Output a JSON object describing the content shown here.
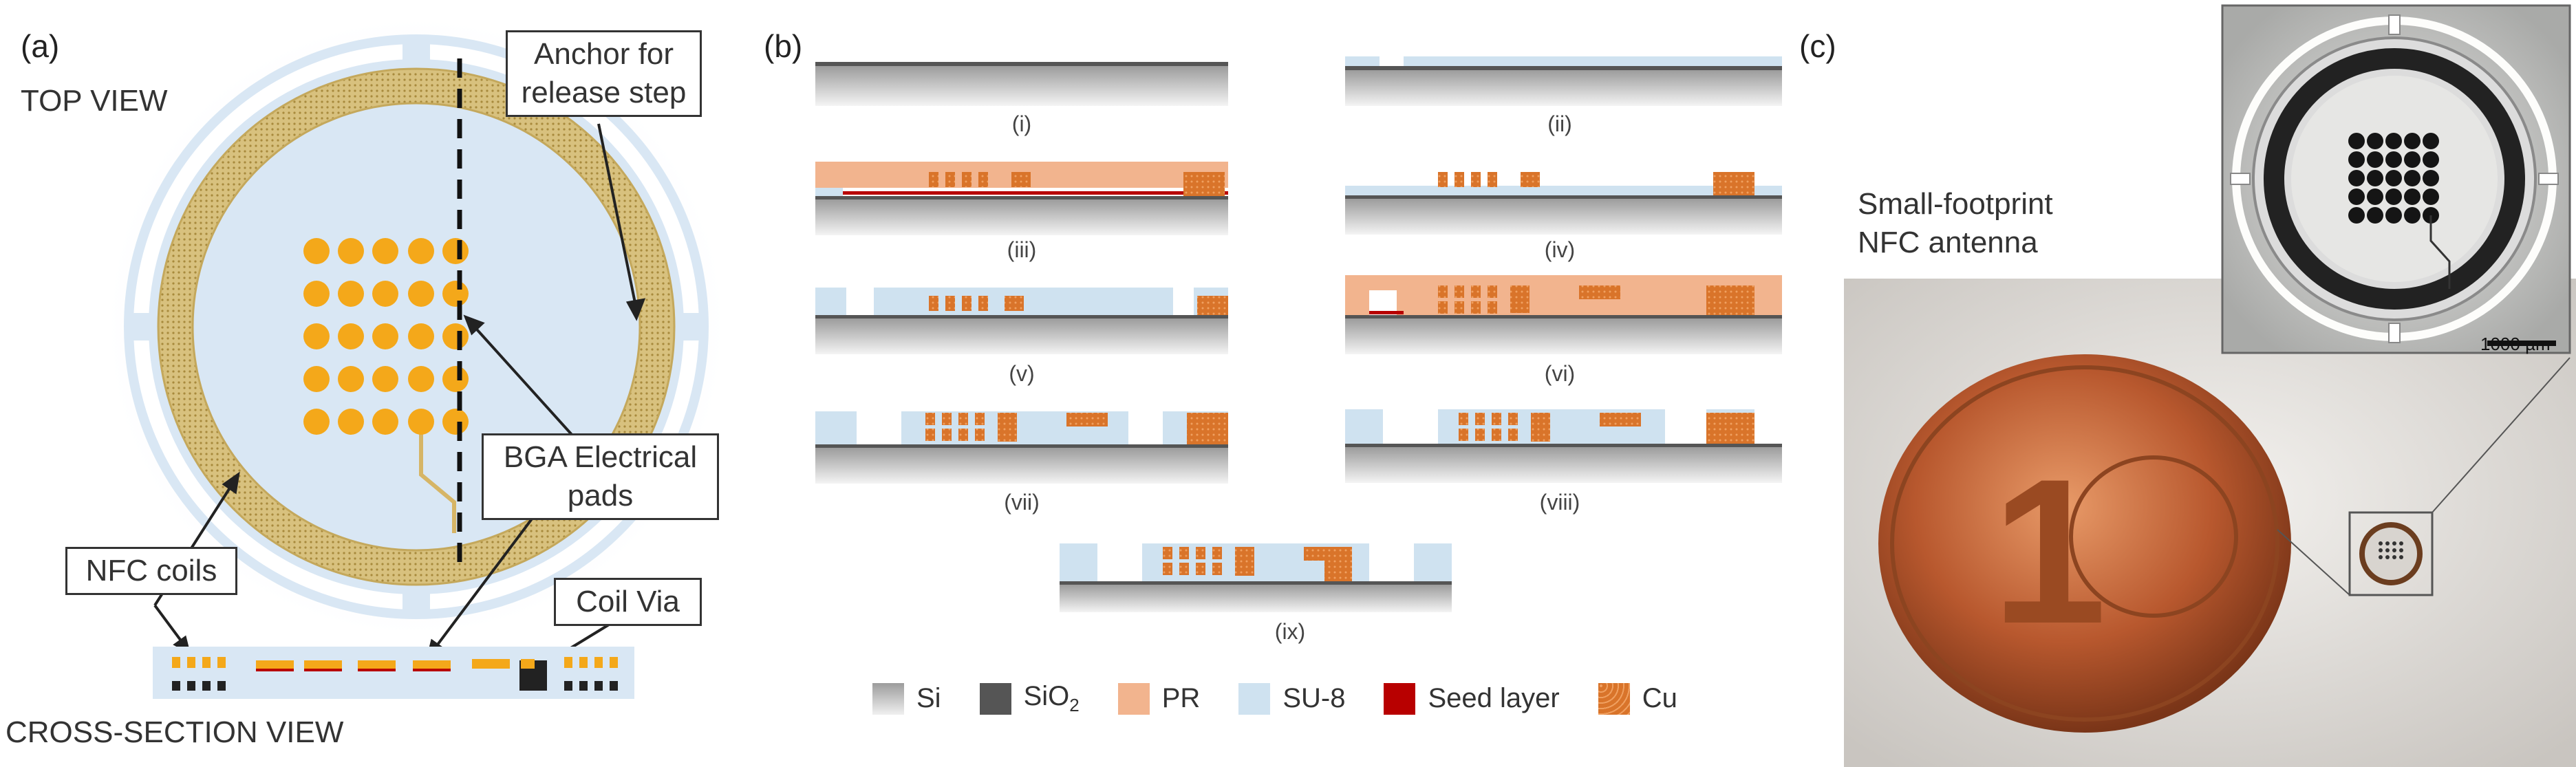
{
  "panel_a": {
    "label": "(a)",
    "top_view_label": "TOP VIEW",
    "cross_section_label": "CROSS-SECTION VIEW",
    "callouts": {
      "anchor": "Anchor for release step",
      "bga": "BGA Electrical pads",
      "nfc_coils": "NFC coils",
      "coil_via": "Coil Via"
    },
    "bga_grid": {
      "rows": 5,
      "cols": 5
    }
  },
  "panel_b": {
    "label": "(b)",
    "steps": [
      "(i)",
      "(ii)",
      "(iii)",
      "(iv)",
      "(v)",
      "(vi)",
      "(vii)",
      "(viii)",
      "(ix)"
    ],
    "legend": [
      {
        "name": "Si",
        "color": "#b8b8b8"
      },
      {
        "name": "SiO2",
        "color": "#555555"
      },
      {
        "name": "PR",
        "color": "#f2b48e"
      },
      {
        "name": "SU-8",
        "color": "#cfe2f0"
      },
      {
        "name": "Seed layer",
        "color": "#b80000"
      },
      {
        "name": "Cu",
        "color": "#d9742a"
      }
    ]
  },
  "panel_c": {
    "label": "(c)",
    "caption_line1": "Small-footprint",
    "caption_line2": "NFC antenna",
    "scale_bar": "1000 µm"
  }
}
